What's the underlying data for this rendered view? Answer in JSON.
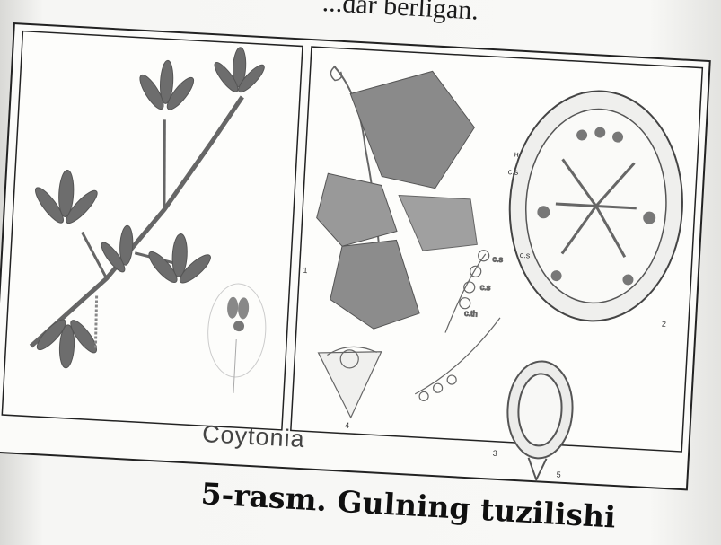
{
  "page": {
    "top_text": "...dar berligan.",
    "figure_label": "Coytonia",
    "caption": "5-rasm. Gulning tuzilishi"
  },
  "figure": {
    "numbers": [
      "1",
      "2",
      "3",
      "4",
      "5"
    ]
  }
}
